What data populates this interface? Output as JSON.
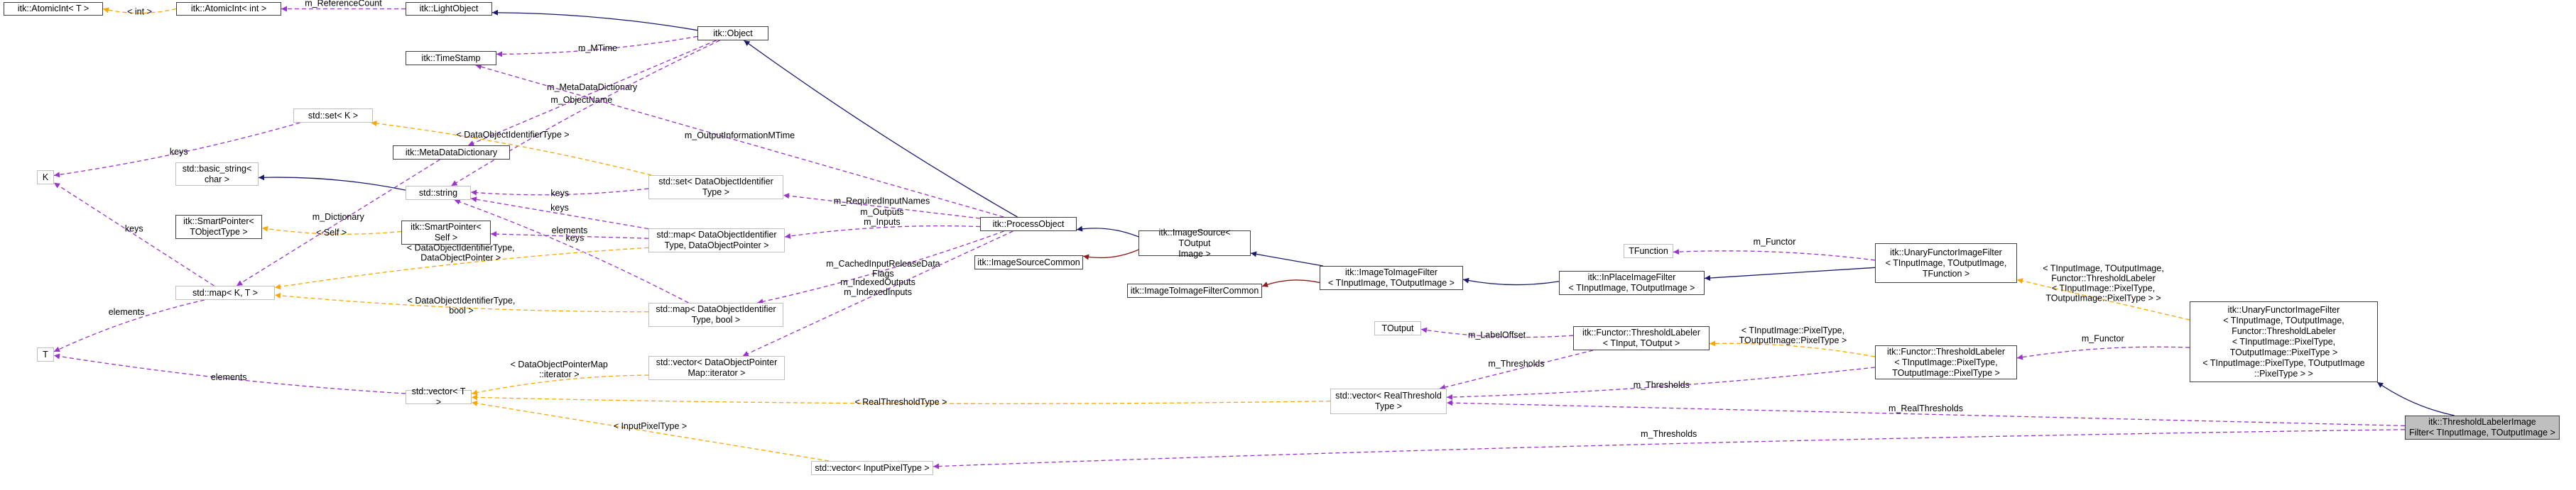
{
  "diagram": {
    "nodes": [
      {
        "id": "atomicT",
        "lines": [
          "itk::AtomicInt< T >"
        ],
        "ext": false
      },
      {
        "id": "atomicInt",
        "lines": [
          "itk::AtomicInt< int >"
        ],
        "ext": false
      },
      {
        "id": "lightObject",
        "lines": [
          "itk::LightObject"
        ],
        "ext": false
      },
      {
        "id": "object",
        "lines": [
          "itk::Object"
        ],
        "ext": false
      },
      {
        "id": "timeStamp",
        "lines": [
          "itk::TimeStamp"
        ],
        "ext": false
      },
      {
        "id": "setK",
        "lines": [
          "std::set< K >"
        ],
        "ext": true
      },
      {
        "id": "K",
        "lines": [
          "K"
        ],
        "ext": true
      },
      {
        "id": "metaDict",
        "lines": [
          "itk::MetaDataDictionary"
        ],
        "ext": false
      },
      {
        "id": "basicString",
        "lines": [
          "std::basic_string<",
          "char >"
        ],
        "ext": true
      },
      {
        "id": "stdString",
        "lines": [
          "std::string"
        ],
        "ext": true
      },
      {
        "id": "setDOI",
        "lines": [
          "std::set< DataObjectIdentifier",
          "Type >"
        ],
        "ext": true
      },
      {
        "id": "smartPtrTObj",
        "lines": [
          "itk::SmartPointer<",
          "TObjectType >"
        ],
        "ext": false
      },
      {
        "id": "smartPtrSelf",
        "lines": [
          "itk::SmartPointer<",
          "Self >"
        ],
        "ext": false
      },
      {
        "id": "mapDOIPtr",
        "lines": [
          "std::map< DataObjectIdentifier",
          "Type, DataObjectPointer >"
        ],
        "ext": true
      },
      {
        "id": "mapKT",
        "lines": [
          "std::map< K, T >"
        ],
        "ext": true
      },
      {
        "id": "mapDOIBool",
        "lines": [
          "std::map< DataObjectIdentifier",
          "Type, bool >"
        ],
        "ext": true
      },
      {
        "id": "processObject",
        "lines": [
          "itk::ProcessObject"
        ],
        "ext": false
      },
      {
        "id": "imageSourceCommon",
        "lines": [
          "itk::ImageSourceCommon"
        ],
        "ext": false
      },
      {
        "id": "imageSource",
        "lines": [
          "itk::ImageSource< TOutput",
          "Image >"
        ],
        "ext": false
      },
      {
        "id": "T",
        "lines": [
          "T"
        ],
        "ext": true
      },
      {
        "id": "vectorDOPMap",
        "lines": [
          "std::vector< DataObjectPointer",
          "Map::iterator >"
        ],
        "ext": true
      },
      {
        "id": "vectorT",
        "lines": [
          "std::vector< T >"
        ],
        "ext": true
      },
      {
        "id": "vectorIPT",
        "lines": [
          "std::vector< InputPixelType >"
        ],
        "ext": true
      },
      {
        "id": "imgToImgCommon",
        "lines": [
          "itk::ImageToImageFilterCommon"
        ],
        "ext": false
      },
      {
        "id": "imgToImg",
        "lines": [
          "itk::ImageToImageFilter",
          "< TInputImage, TOutputImage >"
        ],
        "ext": false
      },
      {
        "id": "inPlace",
        "lines": [
          "itk::InPlaceImageFilter",
          "< TInputImage, TOutputImage >"
        ],
        "ext": false
      },
      {
        "id": "tFunction",
        "lines": [
          "TFunction"
        ],
        "ext": true
      },
      {
        "id": "tOutput",
        "lines": [
          "TOutput"
        ],
        "ext": true
      },
      {
        "id": "vectorRT",
        "lines": [
          "std::vector< RealThreshold",
          "Type >"
        ],
        "ext": true
      },
      {
        "id": "functorTL",
        "lines": [
          "itk::Functor::ThresholdLabeler",
          "< TInput, TOutput >"
        ],
        "ext": false
      },
      {
        "id": "unaryFunctor",
        "lines": [
          "itk::UnaryFunctorImageFilter",
          "< TInputImage, TOutputImage,",
          "TFunction >"
        ],
        "ext": false
      },
      {
        "id": "functorTLImg",
        "lines": [
          "itk::Functor::ThresholdLabeler",
          "< TInputImage::PixelType,",
          "TOutputImage::PixelType >"
        ],
        "ext": false
      },
      {
        "id": "unaryFunctorInst",
        "lines": [
          "itk::UnaryFunctorImageFilter",
          "< TInputImage, TOutputImage,",
          "Functor::ThresholdLabeler",
          "< TInputImage::PixelType,",
          "TOutputImage::PixelType >",
          "< TInputImage::PixelType, TOutputImage",
          "::PixelType > >"
        ],
        "ext": false
      },
      {
        "id": "thresholdLabeler",
        "lines": [
          "itk::ThresholdLabelerImage",
          "Filter< TInputImage, TOutputImage >"
        ],
        "ext": false,
        "focus": true
      }
    ],
    "edges": [
      {
        "from": "atomicInt",
        "to": "atomicT",
        "kind": "template",
        "labels": [
          "< int >"
        ]
      },
      {
        "from": "lightObject",
        "to": "atomicInt",
        "kind": "usage",
        "labels": [
          "m_ReferenceCount"
        ]
      },
      {
        "from": "object",
        "to": "lightObject",
        "kind": "public",
        "labels": []
      },
      {
        "from": "object",
        "to": "timeStamp",
        "kind": "usage",
        "labels": [
          "m_MTime"
        ]
      },
      {
        "from": "object",
        "to": "metaDict",
        "kind": "usage",
        "labels": [
          "m_MetaDataDictionary"
        ]
      },
      {
        "from": "object",
        "to": "stdString",
        "kind": "usage",
        "labels": [
          "m_ObjectName"
        ]
      },
      {
        "from": "processObject",
        "to": "object",
        "kind": "public",
        "labels": []
      },
      {
        "from": "processObject",
        "to": "timeStamp",
        "kind": "usage",
        "labels": [
          "m_OutputInformationMTime"
        ]
      },
      {
        "from": "setDOI",
        "to": "setK",
        "kind": "template",
        "labels": [
          "< DataObjectIdentifierType >"
        ]
      },
      {
        "from": "setK",
        "to": "K",
        "kind": "usage",
        "labels": [
          "keys"
        ]
      },
      {
        "from": "mapKT",
        "to": "K",
        "kind": "usage",
        "labels": [
          "keys"
        ]
      },
      {
        "from": "mapKT",
        "to": "T",
        "kind": "usage",
        "labels": [
          "elements"
        ]
      },
      {
        "from": "vectorT",
        "to": "T",
        "kind": "usage",
        "labels": [
          "elements"
        ]
      },
      {
        "from": "metaDict",
        "to": "mapKT",
        "kind": "usage",
        "labels": [
          "m_Dictionary"
        ]
      },
      {
        "from": "stdString",
        "to": "basicString",
        "kind": "public",
        "labels": []
      },
      {
        "from": "setDOI",
        "to": "stdString",
        "kind": "usage",
        "labels": [
          "keys"
        ]
      },
      {
        "from": "mapDOIPtr",
        "to": "stdString",
        "kind": "usage",
        "labels": [
          "keys"
        ]
      },
      {
        "from": "mapDOIBool",
        "to": "stdString",
        "kind": "usage",
        "labels": [
          "keys"
        ]
      },
      {
        "from": "smartPtrSelf",
        "to": "smartPtrTObj",
        "kind": "template",
        "labels": [
          "< Self >"
        ]
      },
      {
        "from": "mapDOIPtr",
        "to": "smartPtrSelf",
        "kind": "usage",
        "labels": [
          "elements"
        ]
      },
      {
        "from": "mapDOIPtr",
        "to": "mapKT",
        "kind": "template",
        "labels": [
          "< DataObjectIdentifierType,",
          "DataObjectPointer >"
        ]
      },
      {
        "from": "mapDOIBool",
        "to": "mapKT",
        "kind": "template",
        "labels": [
          "< DataObjectIdentifierType,",
          "bool >"
        ]
      },
      {
        "from": "processObject",
        "to": "setDOI",
        "kind": "usage",
        "labels": [
          "m_RequiredInputNames"
        ]
      },
      {
        "from": "processObject",
        "to": "mapDOIPtr",
        "kind": "usage",
        "labels": [
          "m_Outputs",
          "m_Inputs"
        ]
      },
      {
        "from": "processObject",
        "to": "mapDOIBool",
        "kind": "usage",
        "labels": [
          "m_CachedInputReleaseData",
          "Flags"
        ]
      },
      {
        "from": "processObject",
        "to": "vectorDOPMap",
        "kind": "usage",
        "labels": [
          "m_IndexedOutputs",
          "m_IndexedInputs"
        ]
      },
      {
        "from": "vectorDOPMap",
        "to": "vectorT",
        "kind": "template",
        "labels": [
          "< DataObjectPointerMap",
          "::iterator >"
        ]
      },
      {
        "from": "vectorRT",
        "to": "vectorT",
        "kind": "template",
        "labels": [
          "< RealThresholdType >"
        ]
      },
      {
        "from": "vectorIPT",
        "to": "vectorT",
        "kind": "template",
        "labels": [
          "< InputPixelType >"
        ]
      },
      {
        "from": "imageSource",
        "to": "processObject",
        "kind": "public",
        "labels": []
      },
      {
        "from": "imageSource",
        "to": "imageSourceCommon",
        "kind": "private",
        "labels": []
      },
      {
        "from": "imgToImg",
        "to": "imageSource",
        "kind": "public",
        "labels": []
      },
      {
        "from": "imgToImg",
        "to": "imgToImgCommon",
        "kind": "private",
        "labels": []
      },
      {
        "from": "inPlace",
        "to": "imgToImg",
        "kind": "public",
        "labels": []
      },
      {
        "from": "unaryFunctor",
        "to": "inPlace",
        "kind": "public",
        "labels": []
      },
      {
        "from": "unaryFunctor",
        "to": "tFunction",
        "kind": "usage",
        "labels": [
          "m_Functor"
        ]
      },
      {
        "from": "functorTL",
        "to": "tOutput",
        "kind": "usage",
        "labels": [
          "m_LabelOffset"
        ]
      },
      {
        "from": "functorTL",
        "to": "vectorRT",
        "kind": "usage",
        "labels": [
          "m_Thresholds"
        ]
      },
      {
        "from": "functorTLImg",
        "to": "functorTL",
        "kind": "template",
        "labels": [
          "< TInputImage::PixelType,",
          "TOutputImage::PixelType >"
        ]
      },
      {
        "from": "functorTLImg",
        "to": "vectorRT",
        "kind": "usage",
        "labels": [
          "m_Thresholds"
        ]
      },
      {
        "from": "unaryFunctorInst",
        "to": "unaryFunctor",
        "kind": "template",
        "labels": [
          "< TInputImage, TOutputImage,",
          "Functor::ThresholdLabeler",
          "< TInputImage::PixelType,",
          "TOutputImage::PixelType > >"
        ]
      },
      {
        "from": "unaryFunctorInst",
        "to": "functorTLImg",
        "kind": "usage",
        "labels": [
          "m_Functor"
        ]
      },
      {
        "from": "thresholdLabeler",
        "to": "unaryFunctorInst",
        "kind": "public",
        "labels": []
      },
      {
        "from": "thresholdLabeler",
        "to": "vectorRT",
        "kind": "usage",
        "labels": [
          "m_RealThresholds"
        ]
      },
      {
        "from": "thresholdLabeler",
        "to": "vectorIPT",
        "kind": "usage",
        "labels": [
          "m_Thresholds"
        ]
      }
    ],
    "colors": {
      "public": "#191970",
      "private": "#8b1a1a",
      "usage": "#9a32cd",
      "template": "#ffa500",
      "nodeBorder": "#404040",
      "externalBorder": "#bfbfbf",
      "focusFill": "#bfbfbf"
    }
  }
}
